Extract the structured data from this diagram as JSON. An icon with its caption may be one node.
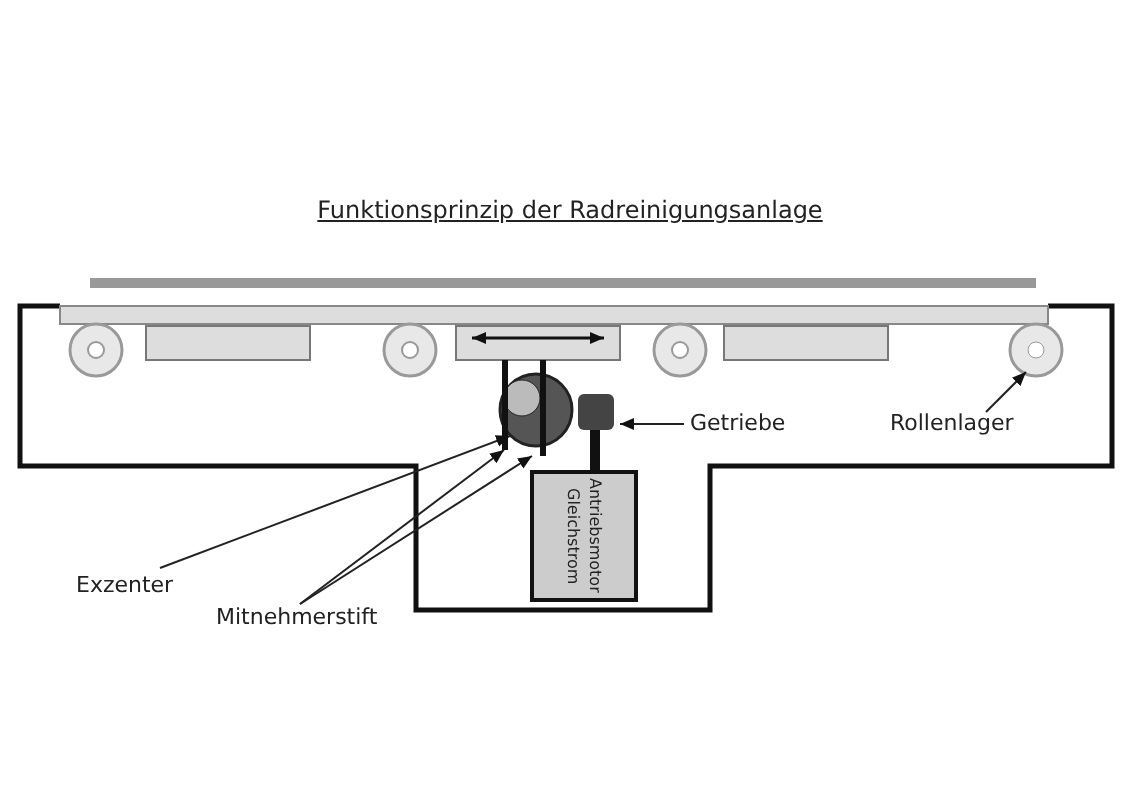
{
  "diagram": {
    "title": "Funktionsprinzip der Radreinigungsanlage",
    "nodes": [
      {
        "text": [
          "Getriebe"
        ]
      },
      {
        "text": [],
        "shape": "box"
      },
      {
        "text": [
          "Rollenlager"
        ]
      },
      {
        "text": [],
        "shape": "circle"
      },
      {
        "text": [
          "Exzenter"
        ]
      },
      {
        "text": [],
        "shape": "circle"
      },
      {
        "text": [
          "Mitnehmerstift"
        ]
      },
      {
        "text": [],
        "shape": "bar"
      },
      {
        "text": [],
        "shape": "bar"
      },
      {
        "text": [
          "Antriebsmotor Gleichstrom"
        ]
      }
    ],
    "edges": [
      {
        "from": 0,
        "to": 1,
        "arrow": "to"
      },
      {
        "from": 2,
        "to": 3,
        "arrow": "to"
      },
      {
        "from": 4,
        "to": 5,
        "arrow": "to"
      },
      {
        "from": 6,
        "to": 7,
        "arrow": "to"
      },
      {
        "from": 6,
        "to": 8,
        "arrow": "to"
      }
    ]
  }
}
